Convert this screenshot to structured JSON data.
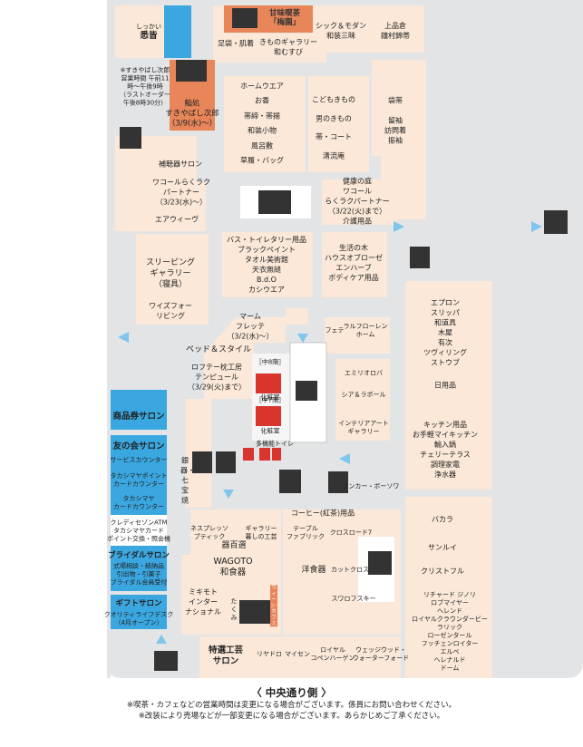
{
  "colors": {
    "floor": "#e3e4e6",
    "shop": "#fbe8d8",
    "walkway": "#ffffff",
    "sides": "#f5f5f5",
    "blue": "#3aa7e0",
    "orange": "#e8865a",
    "dark": "#333333",
    "restroom": "#d7352e",
    "arrow": "#7fc5ec"
  },
  "labels": {
    "kanmi_title": "甘味喫茶\n「梅園」",
    "chic": "シック＆モダン\n和装三昧",
    "jotaiyou": "上品倉\n鐘村錦帯",
    "ashibukuro": "足袋・肌着",
    "kimono_gallery": "きものギャラリー\n和むすび",
    "shikkai": "しっかい",
    "etsukai": "悉皆",
    "sukiyabashi_note": "※すきやばし次郎\n営業時間 午前11時～午後9時\n（ラストオーダー 午後8時30分）",
    "kantokoro": "鮨処\nすきやばし次郎\n（3/9(水)～）",
    "home_wear": "ホームウエア",
    "okou": "お香",
    "obijime": "帯締・帯揚",
    "wasou_komono": "和装小物",
    "furoshiki": "風呂敷",
    "zouri": "草履・バッグ",
    "kodomo": "こどもきもの",
    "otoko": "男のきもの",
    "obi_coat": "帯・コート",
    "seiryuan": "清流庵",
    "fukuro_obi": "袋帯",
    "tomesode": "留袖\n訪問着\n振袖",
    "hochouki": "補聴器サロン",
    "wacoal_left": "ワコールらくラク\nパートナー\n（3/23(水)～）",
    "airweave": "エアウィーヴ",
    "kenkou": "健康の庭\nワコール\nらくラクパートナー\n（3/22(火)まで）\n介護用品",
    "sleeping": "スリーピング\nギャラリー\n（寝具）",
    "wise": "ワイズフォー\nリビング",
    "bath": "バス・トイレタリー用品\nブラックペイント\nタオル美術館\n天衣無縫\nB.d.O\nカシウエア",
    "seikatsu": "生活の木\nハウスオブローゼ\nエンハーブ\nボディケア用品",
    "marm": "マーム\nフレッテ\n（3/2(水)～）",
    "bed_style": "ベッド＆スタイル",
    "lofty": "ロフテー枕工房\nテンピュール\n（3/29(火)まで）",
    "fete": "フェテ",
    "ralph": "ラルフローレン\nホーム",
    "emilio": "エミリオロバ",
    "sia": "シア＆ラボール",
    "interior": "インテリアアート\nギャラリー",
    "apron": "エプロン\nスリッパ\n和道具\n木屋\n有次\nツヴィリング\nストウブ",
    "nichiyou": "日用品",
    "kitchen": "キッチン用品\nお手軽マイキッチン\n輸入鍋\nチェリーテラス\n調理家電\n浄水器",
    "f8": "［中8階］",
    "f7": "［中7階］",
    "keshoushitsu": "化粧室",
    "tamokuteki": "多機能トイレ",
    "anchor": "アンカー・ボーソワ",
    "ginza7": "銀器・七宝焼",
    "shouhinken": "商品券サロン",
    "tomonokai": "友の会サロン",
    "service": "サービスカウンター",
    "takashimaya_point": "タカシマヤポイント\nカードカウンター",
    "takashimaya_card": "タカシマヤ\nカードカウンター",
    "credit": "クレディセゾンATM\nタカシマヤカード\nポイント交換・照会機",
    "bridal": "ブライダルサロン",
    "bridal_sub": "式場相談・結納品\n引出物・引菓子\nブライダル会員受付",
    "gift": "ギフトサロン",
    "gift_sub": "クオリティライフデスク\n（4月オープン）",
    "coffee": "コーヒー(紅茶)用品",
    "table": "テーブル\nファブリック",
    "cross_road": "クロスロード7",
    "yoshokki": "洋食器",
    "cutcross": "カットクロス",
    "swarovski": "スワロフスキー",
    "baccarat": "バカラ",
    "sanlui": "サンルイ",
    "christofle": "クリストフル",
    "brand_list": "リチャード ジノリ\nロブマイヤー\nヘレンド\nロイヤルクラウンダービー\nラリック\nローゼンタール\nフッチェンロイター\nエルベ\nヘレナルド\nドーム",
    "nesu": "ネスプレッソ\nブティック",
    "gallery_kurashi": "ギャラリー\n暮しの工芸",
    "kihyakusen": "器百選",
    "wagoto": "WAGOTO\n和食器",
    "mikimoto": "ミキモト\nインター\nナショナル",
    "takumi": "たくみ",
    "cafe_tag": "ウィーン・カフェ",
    "tokusen": "特選工芸\nサロン",
    "riyadoro": "リヤドロ",
    "meissen": "マイセン",
    "royal_cop": "ロイヤル\nコペンハーゲン",
    "wedgwood": "ウェッジウッド・\nウォーターフォード",
    "central_title": "〈 中央通り側 〉"
  },
  "footer_notes": [
    "※喫茶・カフェなどの営業時間は変更になる場合がございます。係員にお問い合わせください。",
    "※改装により売場などが一部変更になる場合がございます。あらかじめご了承ください。"
  ]
}
